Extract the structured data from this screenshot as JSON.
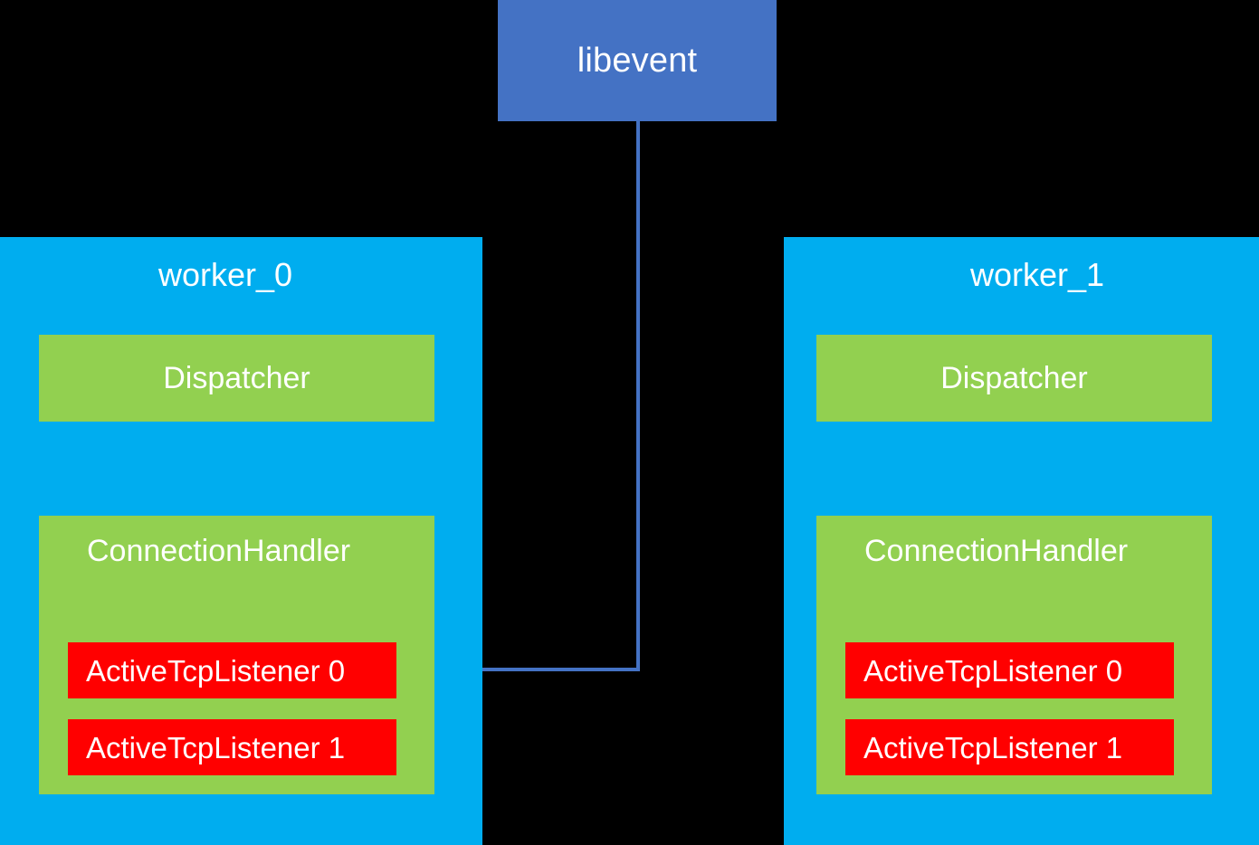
{
  "diagram": {
    "title_node": {
      "label": "libevent",
      "color": "#4472C4",
      "text_color": "#FFFFFF"
    },
    "colors": {
      "background": "#000000",
      "worker_panel": "#00ADEF",
      "component_box": "#92D050",
      "listener_box": "#FF0000",
      "connector": "#4472C4",
      "text": "#FFFFFF"
    },
    "workers": [
      {
        "title": "worker_0",
        "dispatcher_label": "Dispatcher",
        "handler_label": "ConnectionHandler",
        "listeners": [
          {
            "label": "ActiveTcpListener 0"
          },
          {
            "label": "ActiveTcpListener 1"
          }
        ]
      },
      {
        "title": "worker_1",
        "dispatcher_label": "Dispatcher",
        "handler_label": "ConnectionHandler",
        "listeners": [
          {
            "label": "ActiveTcpListener 0"
          },
          {
            "label": "ActiveTcpListener 1"
          }
        ]
      }
    ],
    "connector": {
      "from": "libevent",
      "to": "worker_0 ActiveTcpListener 0",
      "arrow_direction": "left"
    }
  }
}
